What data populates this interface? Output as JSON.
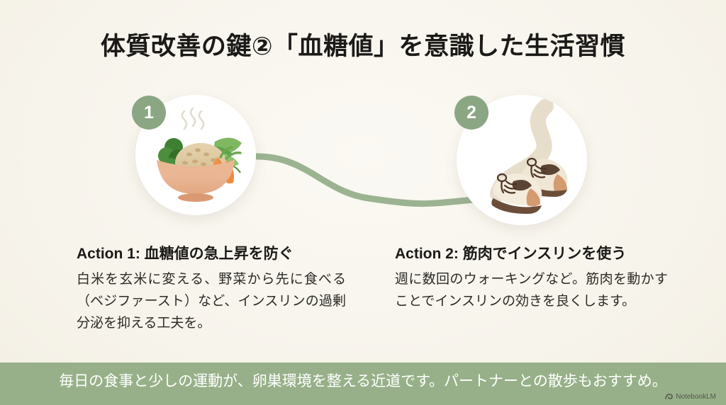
{
  "slide": {
    "title": "体質改善の鍵②「血糖値」を意識した生活習慣",
    "background_color": "#f7f4ec",
    "accent_color": "#8ba683",
    "footer_band_color": "#97b089",
    "title_color": "#1b1a18"
  },
  "steps": [
    {
      "badge": "1",
      "illustration": "rice-bowl-with-vegetables-icon",
      "illustration_parts": [
        "steam",
        "brown-rice",
        "broccoli",
        "carrot",
        "leafy-greens",
        "bowl"
      ]
    },
    {
      "badge": "2",
      "illustration": "walking-shoes-on-path-icon",
      "illustration_parts": [
        "winding-path",
        "left-shoe",
        "right-shoe",
        "shoelaces"
      ]
    }
  ],
  "columns": [
    {
      "heading": "Action 1: 血糖値の急上昇を防ぐ",
      "body": "白米を玄米に変える、野菜から先に食べる（ベジファースト）など、インスリンの過剰分泌を抑える工夫を。"
    },
    {
      "heading": "Action 2: 筋肉でインスリンを使う",
      "body": "週に数回のウォーキングなど。筋肉を動かすことでインスリンの効きを良くします。"
    }
  ],
  "footer": {
    "text": "毎日の食事と少しの運動が、卵巣環境を整える近道です。パートナーとの散歩もおすすめ。",
    "watermark": "NotebookLM"
  }
}
